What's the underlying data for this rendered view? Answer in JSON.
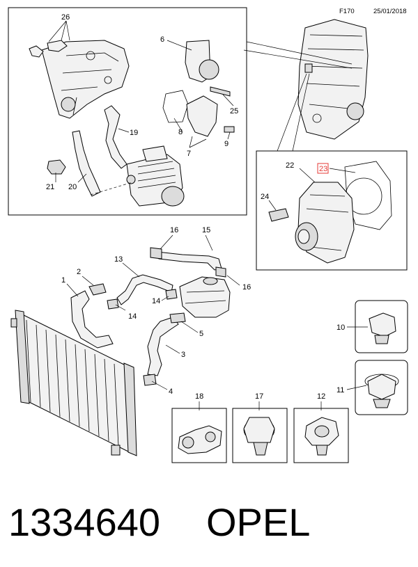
{
  "header": {
    "code": "F170",
    "date": "25/01/2018"
  },
  "callouts": {
    "c26": "26",
    "c6": "6",
    "c25": "25",
    "c8": "8",
    "c7": "7",
    "c9": "9",
    "c19": "19",
    "c21": "21",
    "c20": "20",
    "c22": "22",
    "c23": "23",
    "c24": "24",
    "c16a": "16",
    "c15": "15",
    "c13": "13",
    "c1": "1",
    "c2": "2",
    "c14a": "14",
    "c14b": "14",
    "c16b": "16",
    "c5": "5",
    "c3": "3",
    "c4": "4",
    "c10": "10",
    "c11": "11",
    "c18": "18",
    "c17": "17",
    "c12": "12"
  },
  "highlight_color": "#e53935",
  "footer": {
    "part_number": "1334640",
    "brand": "OPEL"
  }
}
